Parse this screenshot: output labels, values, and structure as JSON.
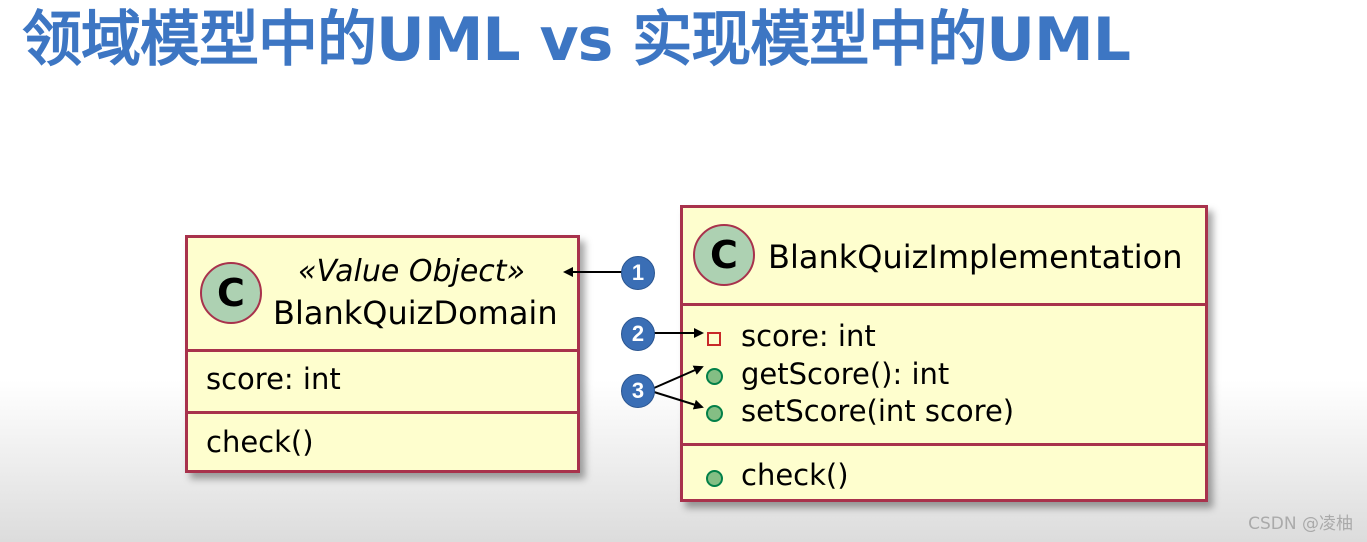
{
  "title": "领域模型中的UML vs 实现模型中的UML",
  "domain_class": {
    "icon_letter": "C",
    "stereotype": "«Value Object»",
    "name": "BlankQuizDomain",
    "attributes": [
      "score: int"
    ],
    "methods": [
      "check()"
    ]
  },
  "impl_class": {
    "icon_letter": "C",
    "name": "BlankQuizImplementation",
    "members": [
      {
        "visibility": "private",
        "text": "score: int"
      },
      {
        "visibility": "public",
        "text": "getScore(): int"
      },
      {
        "visibility": "public",
        "text": "setScore(int score)"
      }
    ],
    "methods": [
      {
        "visibility": "public",
        "text": "check()"
      }
    ]
  },
  "markers": [
    "1",
    "2",
    "3"
  ],
  "watermark": "CSDN @凌柚",
  "colors": {
    "title": "#3d76c3",
    "class_fill": "#fefece",
    "class_border": "#a8324c",
    "class_icon": "#add1b2",
    "badge": "#3a6eb5"
  }
}
